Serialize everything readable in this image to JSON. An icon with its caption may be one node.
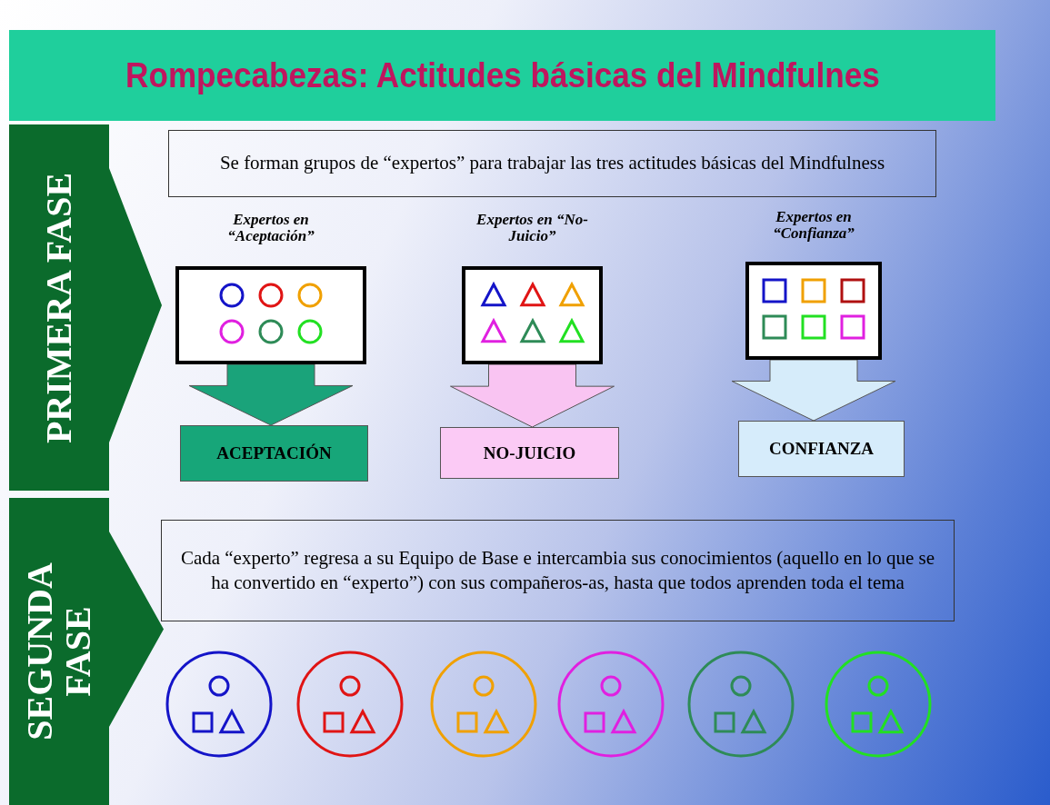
{
  "diagram": {
    "title": "Rompecabezas: Actitudes básicas del Mindfulnes",
    "nodes": [
      {
        "text": [
          "PRIMERA FASE"
        ]
      },
      {
        "text": [
          "Se forman grupos de “expertos” para trabajar las tres actitudes básicas del Mindfulness"
        ]
      },
      {
        "text": [
          "Expertos en “Aceptación”"
        ]
      },
      {
        "text": [
          "ACEPTACIÓN"
        ]
      },
      {
        "text": [
          "Expertos en “No-Juicio”"
        ]
      },
      {
        "text": [
          "NO-JUICIO"
        ]
      },
      {
        "text": [
          "Expertos en “Confianza”"
        ]
      },
      {
        "text": [
          "CONFIANZA"
        ]
      },
      {
        "text": [
          "SEGUNDA FASE"
        ]
      },
      {
        "text": [
          "Cada “experto” regresa a su Equipo de Base e intercambia sus conocimientos (aquello en lo que se ha convertido en “experto”) con sus compañeros-as, hasta que todos aprenden toda el tema"
        ]
      },
      {
        "text": [],
        "shape": "circle"
      },
      {
        "text": [],
        "shape": "circle"
      },
      {
        "text": [],
        "shape": "circle"
      },
      {
        "text": [],
        "shape": "circle"
      },
      {
        "text": [],
        "shape": "circle"
      },
      {
        "text": [],
        "shape": "circle"
      }
    ],
    "edges": [
      {
        "from": 2,
        "to": 3,
        "arrow": "to",
        "style": "thick",
        "color": "#1aa37a"
      },
      {
        "from": 4,
        "to": 5,
        "arrow": "to",
        "style": "thick",
        "color": "#f9c4f2"
      },
      {
        "from": 6,
        "to": 7,
        "arrow": "to",
        "style": "thick",
        "color": "#d6ecfa"
      }
    ]
  }
}
